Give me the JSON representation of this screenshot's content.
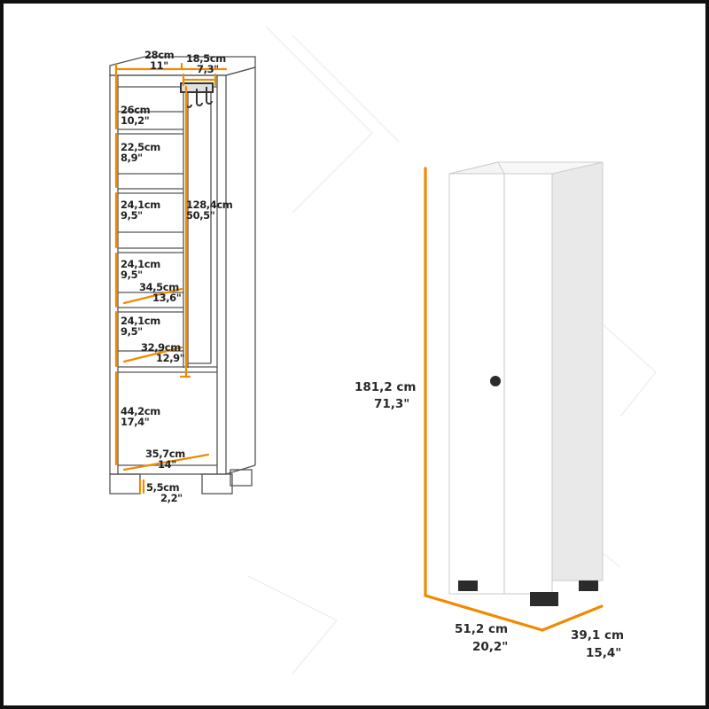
{
  "colors": {
    "accent": "#f08a00",
    "line": "#555555",
    "cabinet": "#ffffff",
    "side": "#e4e4e4",
    "feet": "#2b2b2b"
  },
  "drawing_labels": {
    "width_top": [
      "28cm",
      "11\""
    ],
    "hook_width": [
      "18,5cm",
      "7,3\""
    ],
    "shelf1": [
      "26cm",
      "10,2\""
    ],
    "shelf2": [
      "22,5cm",
      "8,9\""
    ],
    "shelf3": [
      "24,1cm",
      "9,5\""
    ],
    "door_height": [
      "128,4cm",
      "50,5\""
    ],
    "shelf4": [
      "24,1cm",
      "9,5\""
    ],
    "depth_mid": [
      "34,5cm",
      "13,6\""
    ],
    "shelf5": [
      "24,1cm",
      "9,5\""
    ],
    "depth_shelf": [
      "32,9cm",
      "12,9\""
    ],
    "bottom_space": [
      "44,2cm",
      "17,4\""
    ],
    "depth_bottom": [
      "35,7cm",
      "14\""
    ],
    "leg_height": [
      "5,5cm",
      "2,2\""
    ]
  },
  "overall": {
    "height": [
      "181,2 cm",
      "71,3\""
    ],
    "width": [
      "51,2 cm",
      "20,2\""
    ],
    "depth": [
      "39,1 cm",
      "15,4\""
    ]
  }
}
